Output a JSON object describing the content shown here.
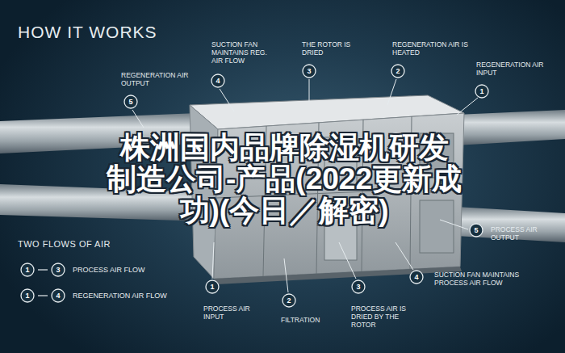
{
  "diagram": {
    "title": "HOW IT WORKS",
    "nodes": [
      {
        "text": [
          "5"
        ]
      },
      {
        "text": [
          "4"
        ]
      },
      {
        "text": [
          "3"
        ]
      },
      {
        "text": [
          "2"
        ]
      },
      {
        "text": [
          "1"
        ]
      },
      {
        "text": [
          "1"
        ]
      },
      {
        "text": [
          "2"
        ]
      },
      {
        "text": [
          "3"
        ]
      },
      {
        "text": [
          "4"
        ]
      },
      {
        "text": [
          "5"
        ]
      },
      {
        "text": [
          "1"
        ]
      },
      {
        "text": [
          "3"
        ]
      },
      {
        "text": [
          "1"
        ]
      },
      {
        "text": [
          "4"
        ]
      }
    ],
    "edges": [],
    "labels": [
      "REGENERATION AIR OUTPUT",
      "SUCTION FAN MAINTAINS REG. AIR FLOW",
      "THE ROTOR IS DRIED",
      "REGENERATION AIR IS HEATED",
      "REGENERATION AIR INPUT",
      "株洲国内品牌除湿机研发制造公司-产品(2022更新成功)(今日／解密)",
      "PROCESS AIR INPUT",
      "FILTRATION",
      "PROCESS AIR IS DRIED BY THE ROTOR",
      "SUCTION FAN MAINTAINS PROCESS AIR FLOW",
      "PROCESS AIR OUTPUT",
      "TWO FLOWS OF AIR"
    ],
    "legend": [
      {
        "text": "PROCESS AIR FLOW"
      },
      {
        "text": "REGENERATION AIR FLOW"
      }
    ]
  }
}
